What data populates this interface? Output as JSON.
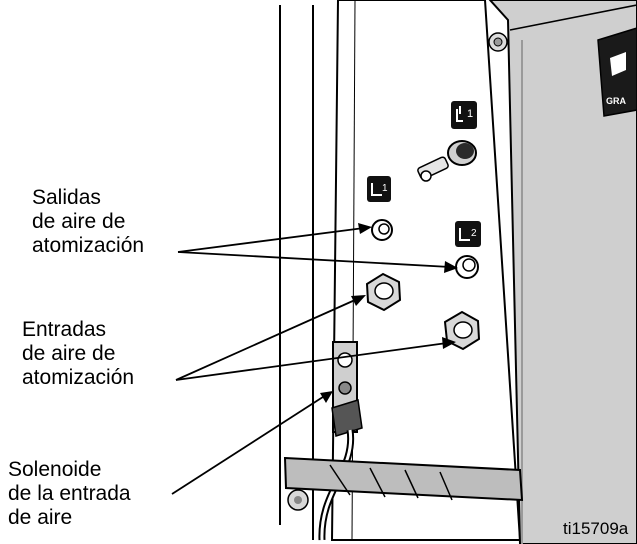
{
  "labels": {
    "air_outlets": [
      "Salidas",
      "de aire de",
      "atomización"
    ],
    "air_inlets": [
      "Entradas",
      "de aire de",
      "atomización"
    ],
    "solenoid": [
      "Solenoide",
      "de la entrada",
      "de aire"
    ]
  },
  "figure_id": "ti15709a",
  "badge_1": "1",
  "badge_2": "2",
  "logo_text": "GRA"
}
